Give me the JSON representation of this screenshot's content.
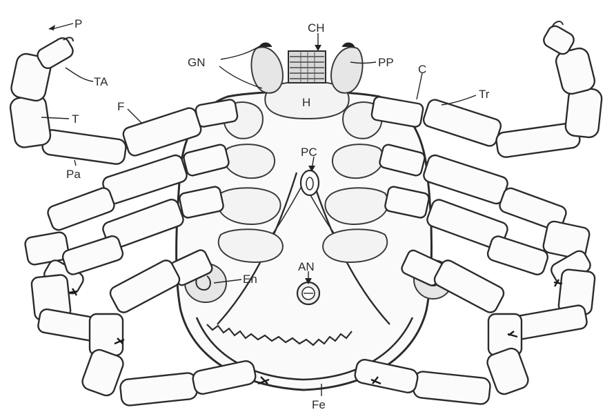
{
  "figure": {
    "labels": {
      "p": "P",
      "ta": "TA",
      "t": "T",
      "f": "F",
      "pa": "Pa",
      "gn": "GN",
      "ch": "CH",
      "pp": "PP",
      "h": "H",
      "c": "C",
      "tr": "Tr",
      "pc": "PC",
      "an": "AN",
      "en": "En",
      "fe": "Fe"
    }
  }
}
